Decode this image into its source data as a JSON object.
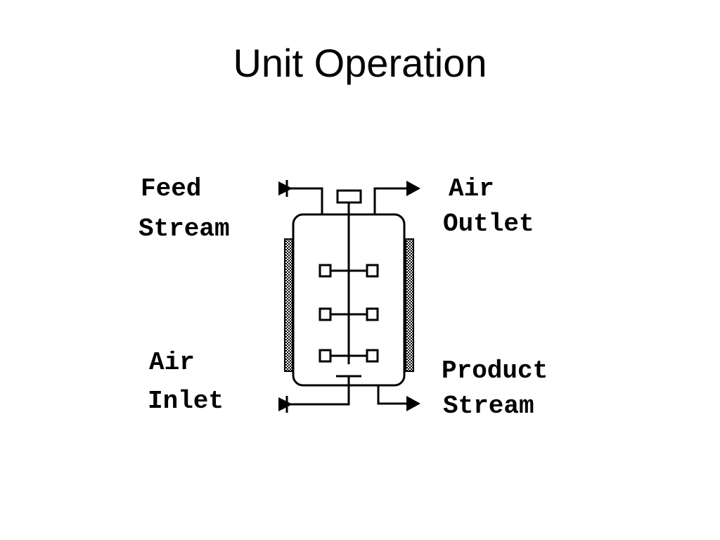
{
  "slide": {
    "title": "Unit Operation"
  },
  "diagram": {
    "labels": {
      "feed_stream": [
        "Feed",
        "Stream"
      ],
      "air_outlet": [
        "Air",
        "Outlet"
      ],
      "air_inlet": [
        "Air",
        "Inlet"
      ],
      "product_stream": [
        "Product",
        "Stream"
      ]
    }
  },
  "colors": {
    "stroke": "#000000",
    "background": "#ffffff"
  }
}
